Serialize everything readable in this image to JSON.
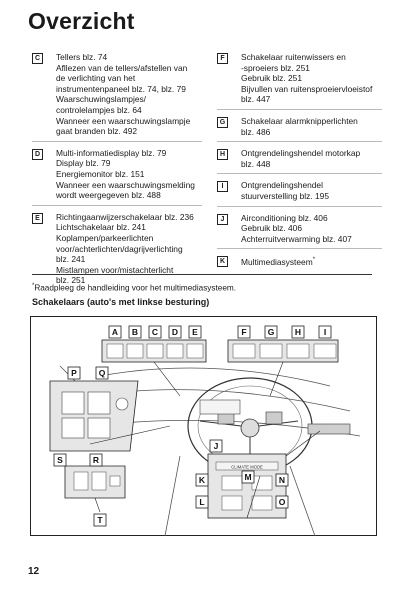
{
  "page": {
    "title": "Overzicht",
    "page_number": "12",
    "footnote_mark": "*",
    "footnote": "Raadpleeg de handleiding voor het multimediasysteem.",
    "section_title": "Schakelaars (auto's met linkse besturing)"
  },
  "left_column": [
    {
      "key": "C",
      "lines": [
        "Tellers blz. 74",
        "Afllezen van de tellers/afstellen van",
        "de verlichting van het",
        "instrumentenpaneel blz. 74, blz. 79",
        "Waarschuwingslampjes/",
        "controlelampjes blz. 64",
        "Wanneer een waarschuwingslampje",
        "gaat branden blz. 492"
      ]
    },
    {
      "key": "D",
      "lines": [
        "Multi-informatiedisplay blz. 79",
        "Display blz. 79",
        "Energiemonitor blz. 151",
        "Wanneer een waarschuwingsmelding",
        "wordt weergegeven blz. 488"
      ]
    },
    {
      "key": "E",
      "lines": [
        "Richtingaanwijzerschakelaar blz. 236",
        "Lichtschakelaar blz. 241",
        "Koplampen/parkeerlichten",
        "voor/achterlichten/dagrijverlichting",
        "blz. 241",
        "Mistlampen voor/mistachterlicht",
        "blz. 251"
      ]
    }
  ],
  "right_column": [
    {
      "key": "F",
      "lines": [
        "Schakelaar ruitenwissers en",
        "-sproeiers blz. 251",
        "Gebruik blz. 251",
        "Bijvullen van ruitensproeiervloeistof",
        "blz. 447"
      ]
    },
    {
      "key": "G",
      "lines": [
        "Schakelaar alarmknipperlichten",
        "blz. 486"
      ]
    },
    {
      "key": "H",
      "lines": [
        "Ontgrendelingshendel motorkap",
        "blz. 448"
      ]
    },
    {
      "key": "I",
      "lines": [
        "Ontgrendelingshendel",
        "stuurverstelling blz. 195"
      ]
    },
    {
      "key": "J",
      "lines": [
        "Airconditioning blz. 406",
        "Gebruik blz. 406",
        "Achterruitverwarming blz. 407"
      ]
    },
    {
      "key": "K",
      "lines": [
        "Multimediasysteem"
      ],
      "mark": "*"
    }
  ],
  "diagram": {
    "callouts_top_left": [
      "A",
      "B",
      "C",
      "D",
      "E"
    ],
    "callouts_top_right": [
      "F",
      "G",
      "H",
      "I"
    ],
    "callouts_door": [
      "P",
      "Q",
      "S",
      "R",
      "T"
    ],
    "callouts_console": [
      "J",
      "K",
      "M",
      "N",
      "L",
      "O"
    ],
    "console_label": "CLIMATE MODE",
    "colors": {
      "line": "#222222",
      "panel": "#e6e6e6",
      "dark": "#444444",
      "highlight": "#f4f4f4"
    }
  }
}
